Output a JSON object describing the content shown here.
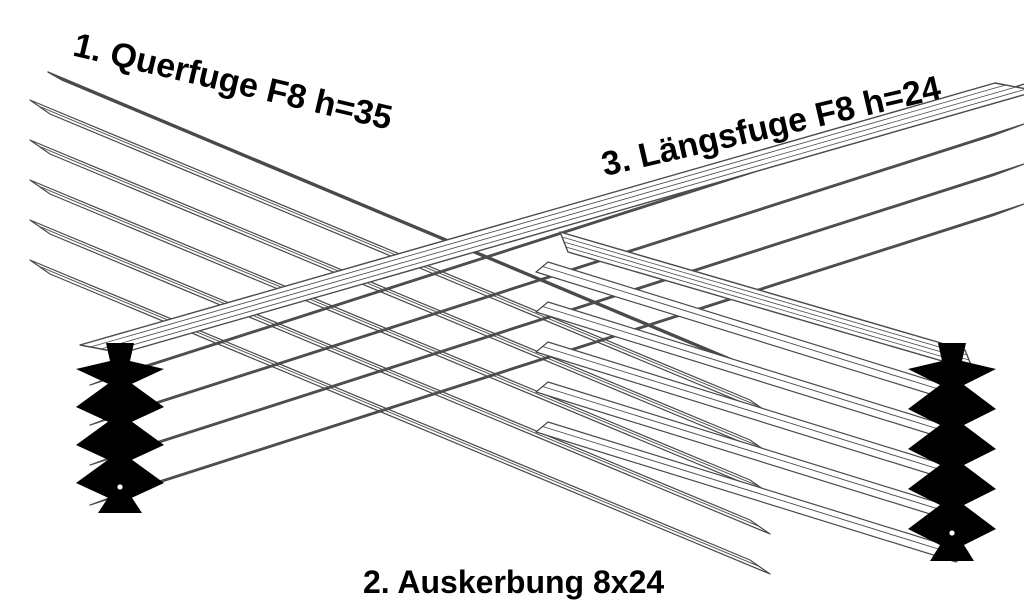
{
  "labels": {
    "querfuge": "1. Querfuge F8 h=35",
    "laengsfuge": "3. Längsfuge F8 h=24",
    "auskerbung": "2. Auskerbung 8x24"
  },
  "colors": {
    "profile_fill": "#ffffff",
    "profile_stroke": "#4a4a4a",
    "section_fill": "#000000",
    "label_text": "#000000",
    "background": "#ffffff"
  },
  "profiles": [
    {
      "id": "querfuge",
      "name_ref": "labels.querfuge",
      "fins": 5
    },
    {
      "id": "laengsfuge",
      "name_ref": "labels.laengsfuge",
      "fins": 4
    },
    {
      "id": "auskerbung",
      "name_ref": "labels.auskerbung",
      "fins": 5
    }
  ]
}
